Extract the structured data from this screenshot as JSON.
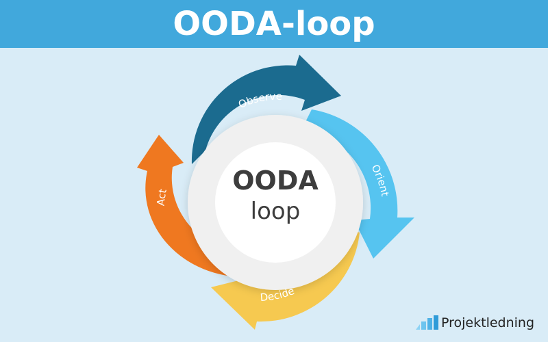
{
  "header": {
    "title": "OODA-loop"
  },
  "center": {
    "title": "OODA",
    "subtitle": "loop"
  },
  "stages": [
    {
      "label": "Observe",
      "color": "#1b6b8f"
    },
    {
      "label": "Orient",
      "color": "#56c4f0"
    },
    {
      "label": "Decide",
      "color": "#f6c950"
    },
    {
      "label": "Act",
      "color": "#ef7820"
    }
  ],
  "logo": {
    "text": "Projektledning",
    "icon": "bar-chart-icon"
  },
  "colors": {
    "header_bg": "#41a8dc",
    "page_bg": "#d9ecf7",
    "ring": "#f0f0f0",
    "core": "#ffffff"
  }
}
